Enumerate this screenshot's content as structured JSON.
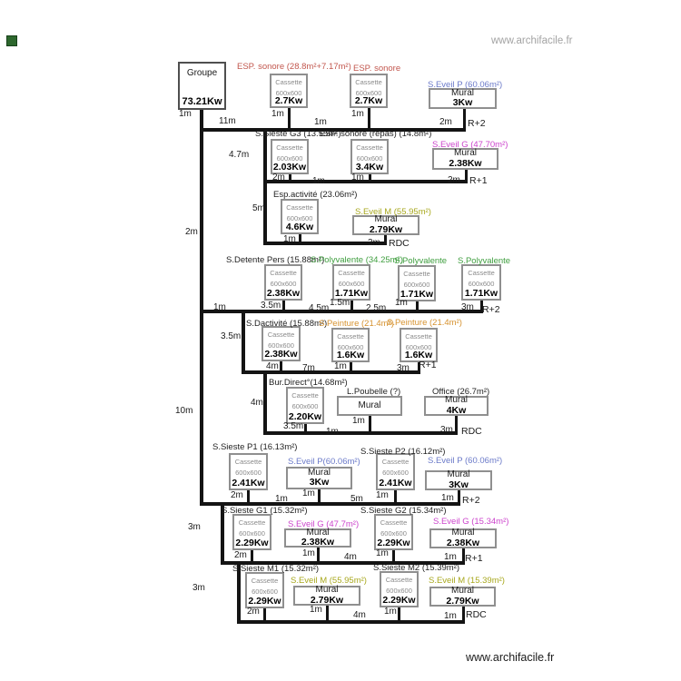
{
  "page": {
    "watermark_top": "www.archifacile.fr",
    "watermark_bottom": "www.archifacile.fr"
  },
  "groupe": {
    "label": "Groupe",
    "power": "73.21Kw",
    "feed_length": "1m"
  },
  "trunk": {
    "seg_a": "2m",
    "seg_b": "10m"
  },
  "unit_labels": {
    "cassette_line1": "Cassette",
    "cassette_line2": "600x600",
    "mural": "Mural"
  },
  "colors": {
    "black": "#1f1f1f",
    "red": "#c2574e",
    "blue": "#6b7ac9",
    "magenta": "#cc44cc",
    "green": "#3f9e3f",
    "olive": "#a8a81e",
    "orange": "#d6922f",
    "pipe": "#141414",
    "marker_green": "#2d672d"
  },
  "rows": [
    {
      "floor": "R+2",
      "riser_length": null,
      "rooms": [
        {
          "text": "ESP. sonore (28.8m²+7.17m²)",
          "color": "red"
        },
        {
          "text": "ESP. sonore",
          "color": "red"
        },
        {
          "text": "S.Eveil P (60.06m²)",
          "color": "blue"
        }
      ],
      "units": [
        {
          "type": "cassette",
          "kw": "2.7Kw"
        },
        {
          "type": "cassette",
          "kw": "2.7Kw"
        },
        {
          "type": "mural",
          "kw": "3Kw"
        }
      ],
      "distances": [
        "11m",
        "1m",
        "1m",
        "1m",
        "2m"
      ]
    },
    {
      "floor": "R+1",
      "riser_length": "4.7m",
      "rooms": [
        {
          "text": "S.Sieste G3 (13.55m²)",
          "color": "black"
        },
        {
          "text": "ESP. sonore (repas) (14.8m²)",
          "color": "black"
        },
        {
          "text": "S.Eveil G (47.70m²)",
          "color": "magenta"
        }
      ],
      "units": [
        {
          "type": "cassette",
          "kw": "2.03Kw"
        },
        {
          "type": "cassette",
          "kw": "3.4Kw"
        },
        {
          "type": "mural",
          "kw": "2.38Kw"
        }
      ],
      "distances": [
        "2m",
        "1m",
        "1m",
        "2m"
      ]
    },
    {
      "floor": "RDC",
      "riser_length": "5m",
      "rooms": [
        {
          "text": "Esp.activité (23.06m²)",
          "color": "black"
        },
        {
          "text": "S.Eveil M (55.95m²)",
          "color": "olive"
        }
      ],
      "units": [
        {
          "type": "cassette",
          "kw": "4.6Kw"
        },
        {
          "type": "mural",
          "kw": "2.79Kw"
        }
      ],
      "distances": [
        "1m",
        "3m"
      ]
    },
    {
      "floor": "R+2",
      "riser_length": null,
      "rooms": [
        {
          "text": "S.Detente Pers (15.88m²)",
          "color": "black"
        },
        {
          "text": "S.Polyvalente (34.25m²)",
          "color": "green"
        },
        {
          "text": "S.Polyvalente",
          "color": "green"
        },
        {
          "text": "S.Polyvalente",
          "color": "green"
        }
      ],
      "units": [
        {
          "type": "cassette",
          "kw": "2.38Kw"
        },
        {
          "type": "cassette",
          "kw": "1.71Kw"
        },
        {
          "type": "cassette",
          "kw": "1.71Kw"
        },
        {
          "type": "cassette",
          "kw": "1.71Kw"
        }
      ],
      "distances": [
        "1m",
        "3.5m",
        "4.5m",
        "1.5m",
        "2.5m",
        "1m",
        "3m"
      ]
    },
    {
      "floor": "R+1",
      "riser_length": "3.5m",
      "rooms": [
        {
          "text": "S.Dactivité (15.88m²)",
          "color": "black"
        },
        {
          "text": "S.Peinture (21.4m²)",
          "color": "orange"
        },
        {
          "text": "S.Peinture (21.4m²)",
          "color": "orange"
        }
      ],
      "units": [
        {
          "type": "cassette",
          "kw": "2.38Kw"
        },
        {
          "type": "cassette",
          "kw": "1.6Kw"
        },
        {
          "type": "cassette",
          "kw": "1.6Kw"
        }
      ],
      "distances": [
        "4m",
        "7m",
        "1m",
        "3m"
      ]
    },
    {
      "floor": "RDC",
      "riser_length": "4m",
      "rooms": [
        {
          "text": "Bur.Direct°(14.68m²)",
          "color": "black"
        },
        {
          "text": "L.Poubelle (?)",
          "color": "black"
        },
        {
          "text": "Office (26.7m²)",
          "color": "black"
        }
      ],
      "units": [
        {
          "type": "cassette",
          "kw": "2.20Kw"
        },
        {
          "type": "mural",
          "kw": null
        },
        {
          "type": "mural",
          "kw": "4Kw"
        }
      ],
      "distances": [
        "3.5m",
        "1m",
        "1m",
        "3m"
      ]
    },
    {
      "floor": "R+2",
      "riser_length": null,
      "rooms": [
        {
          "text": "S.Sieste P1 (16.13m²)",
          "color": "black"
        },
        {
          "text": "S.Eveil P(60.06m²)",
          "color": "blue"
        },
        {
          "text": "S.Sieste P2 (16.12m²)",
          "color": "black"
        },
        {
          "text": "S.Eveil P (60.06m²)",
          "color": "blue"
        }
      ],
      "units": [
        {
          "type": "cassette",
          "kw": "2.41Kw"
        },
        {
          "type": "mural",
          "kw": "3Kw"
        },
        {
          "type": "cassette",
          "kw": "2.41Kw"
        },
        {
          "type": "mural",
          "kw": "3Kw"
        }
      ],
      "distances": [
        "2m",
        "1m",
        "1m",
        "5m",
        "1m",
        "1m"
      ]
    },
    {
      "floor": "R+1",
      "riser_length": "3m",
      "rooms": [
        {
          "text": "S.Sieste G1 (15.32m²)",
          "color": "black"
        },
        {
          "text": "S.Eveil G (47.7m²)",
          "color": "magenta"
        },
        {
          "text": "S.Sieste G2 (15.34m²)",
          "color": "black"
        },
        {
          "text": "S.Eveil G (15.34m²)",
          "color": "magenta"
        }
      ],
      "units": [
        {
          "type": "cassette",
          "kw": "2.29Kw"
        },
        {
          "type": "mural",
          "kw": "2.38Kw"
        },
        {
          "type": "cassette",
          "kw": "2.29Kw"
        },
        {
          "type": "mural",
          "kw": "2.38Kw"
        }
      ],
      "distances": [
        "2m",
        "1m",
        "4m",
        "1m",
        "1m"
      ]
    },
    {
      "floor": "RDC",
      "riser_length": "3m",
      "rooms": [
        {
          "text": "S.Sieste M1 (15.32m²)",
          "color": "black"
        },
        {
          "text": "S.Eveil M (55.95m²)",
          "color": "olive"
        },
        {
          "text": "S.Sieste M2 (15.39m²)",
          "color": "black"
        },
        {
          "text": "S.Eveil M (15.39m²)",
          "color": "olive"
        }
      ],
      "units": [
        {
          "type": "cassette",
          "kw": "2.29Kw"
        },
        {
          "type": "mural",
          "kw": "2.79Kw"
        },
        {
          "type": "cassette",
          "kw": "2.29Kw"
        },
        {
          "type": "mural",
          "kw": "2.79Kw"
        }
      ],
      "distances": [
        "2m",
        "1m",
        "4m",
        "1m",
        "1m"
      ]
    }
  ]
}
